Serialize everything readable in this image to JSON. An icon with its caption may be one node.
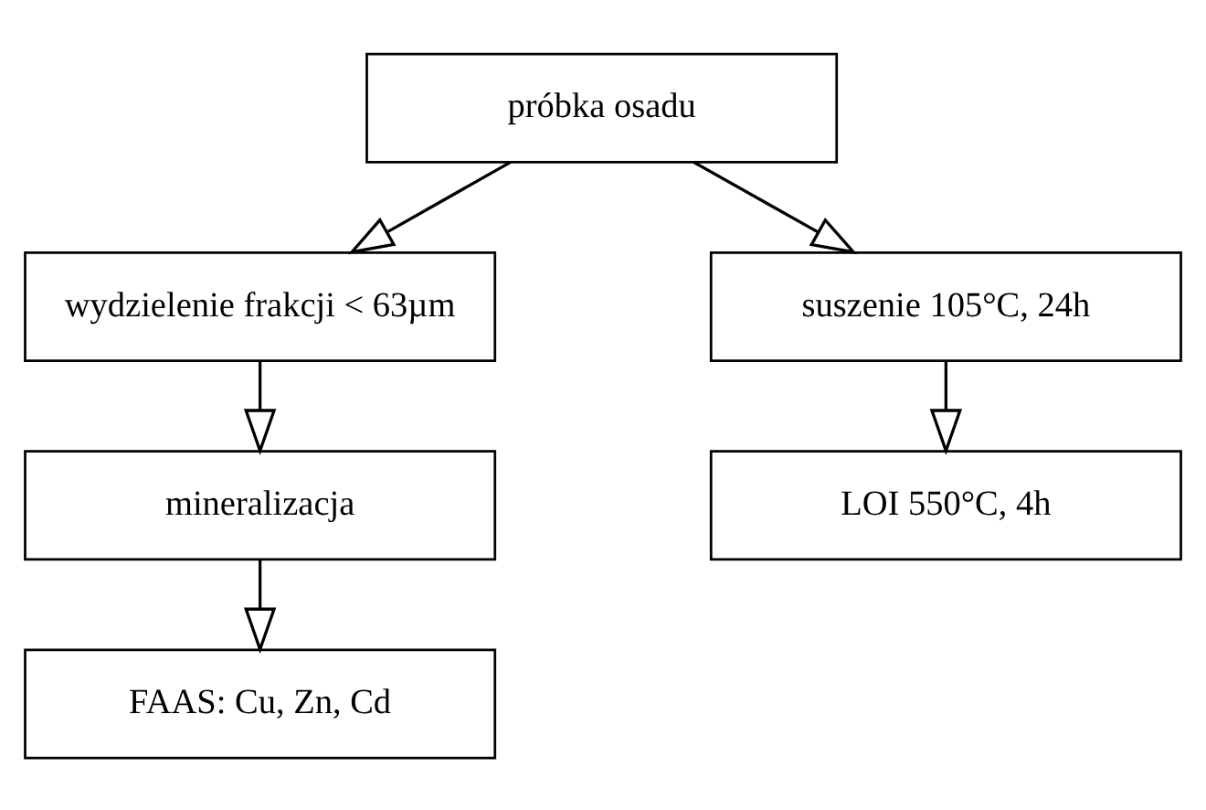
{
  "diagram": {
    "nodes": [
      {
        "text": [
          "próbka osadu"
        ]
      },
      {
        "text": [
          "wydzielenie frakcji < 63µm"
        ]
      },
      {
        "text": [
          "suszenie 105°C, 24h"
        ]
      },
      {
        "text": [
          "mineralizacja"
        ]
      },
      {
        "text": [
          "LOI 550°C, 4h"
        ]
      },
      {
        "text": [
          "FAAS: Cu, Zn, Cd"
        ]
      }
    ],
    "edges": [
      {
        "from": 0,
        "to": 1,
        "arrow": "to"
      },
      {
        "from": 0,
        "to": 2,
        "arrow": "to"
      },
      {
        "from": 1,
        "to": 3,
        "arrow": "to"
      },
      {
        "from": 2,
        "to": 4,
        "arrow": "to"
      },
      {
        "from": 3,
        "to": 5,
        "arrow": "to"
      }
    ]
  }
}
